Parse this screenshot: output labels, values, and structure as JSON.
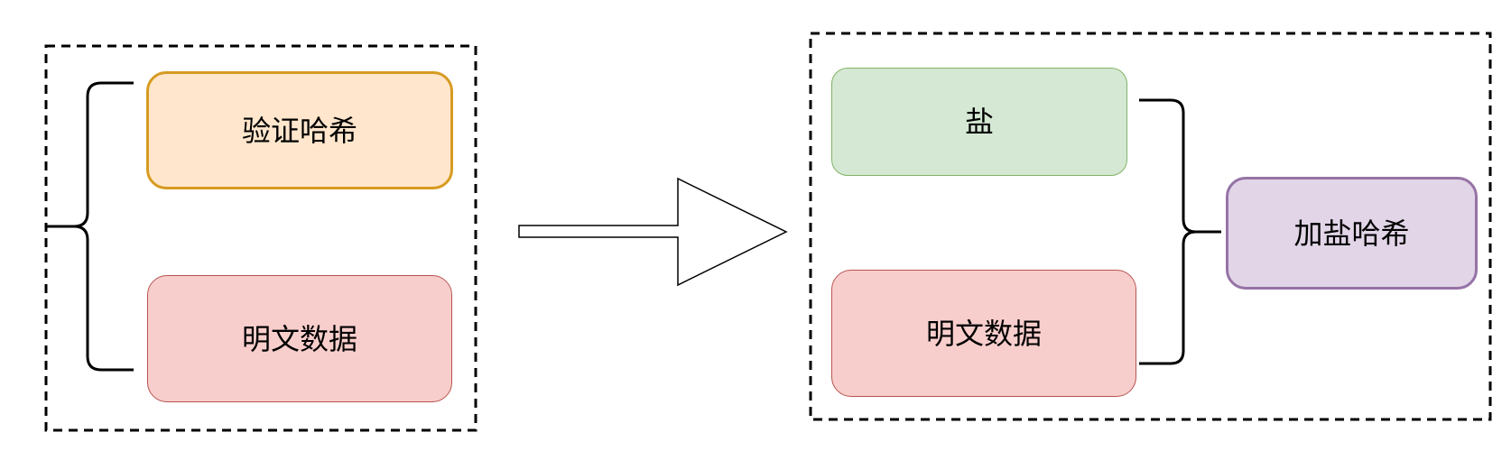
{
  "left_group": {
    "verify_hash_label": "验证哈希",
    "plaintext_label": "明文数据"
  },
  "right_group": {
    "salt_label": "盐",
    "plaintext_label": "明文数据",
    "salted_hash_label": "加盐哈希"
  },
  "colors": {
    "orange_fill": "#ffe6cc",
    "orange_stroke": "#d79b21",
    "red_fill": "#f8cecc",
    "red_stroke": "#b85450",
    "green_fill": "#d5e8d4",
    "green_stroke": "#82b366",
    "purple_fill": "#e1d5e7",
    "purple_stroke": "#9673a6"
  },
  "icons": {
    "transform_arrow": "right-arrow-icon",
    "left_brace": "left-curly-brace",
    "right_brace": "right-curly-brace"
  }
}
